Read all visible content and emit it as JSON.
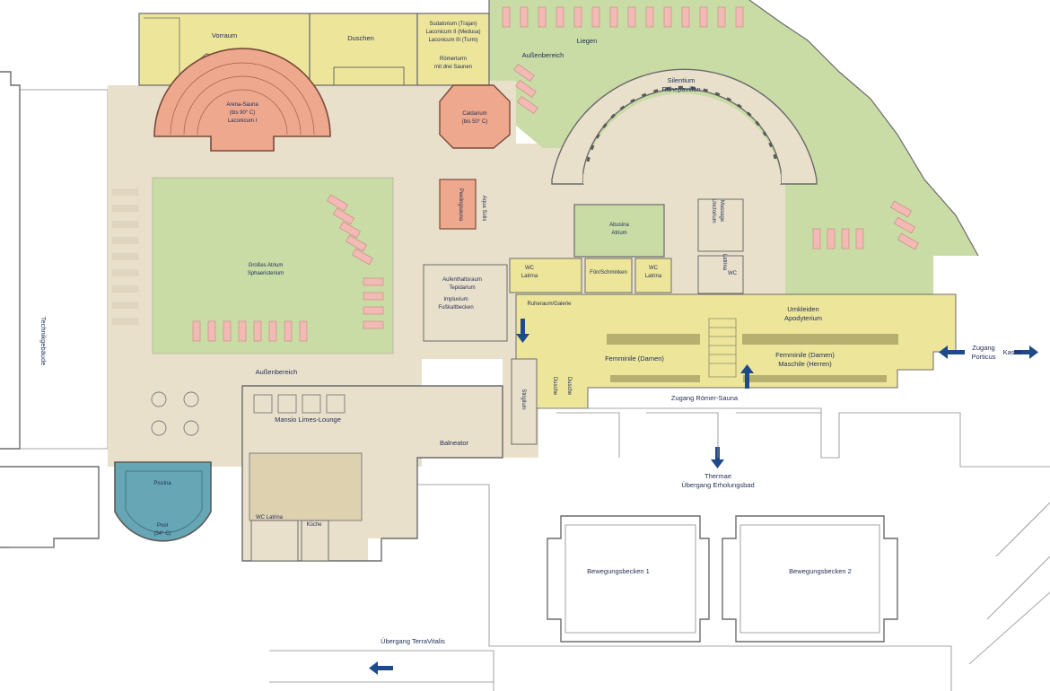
{
  "colors": {
    "beige": "#e9e0cc",
    "green": "#c9dca5",
    "yellow": "#ede59a",
    "salmon": "#eea88d",
    "pink": "#f2b9b5",
    "pool": "#67a6b4",
    "label": "#1f2d55",
    "arrow": "#1f4a8a"
  },
  "labels": {
    "vorraum": "Vorraum",
    "duschen": "Duschen",
    "sudatorium_1": "Sudatorium (Trajan)",
    "sudatorium_2": "Laconicum II (Medusa)",
    "sudatorium_3": "Laconicum III (Turm)",
    "roemerturm_1": "Römerturm",
    "roemerturm_2": "mit drei Saunen",
    "liegen": "Liegen",
    "aussenbereich_top": "Außenbereich",
    "silentium_1": "Silentium",
    "silentium_2": "Ruhepavillon",
    "arena_1": "Arena-Sauna",
    "arena_2": "(bis 90° C)",
    "arena_3": "Laconicum I",
    "caldarium_1": "Caldarium",
    "caldarium_2": "(bis 50° C)",
    "atrium_1": "Großes Atrium",
    "atrium_2": "Sphaeristerium",
    "peeling": "Peelingsauna",
    "aqua_solis": "Aqua Solis",
    "abusina_1": "Abusina",
    "abusina_2": "Atrium",
    "massage_1": "Massage",
    "massage_2": "Unctorium",
    "wc_latrina_1": "WC",
    "wc_latrina_2": "Latrina",
    "foen": "Fön/Schminken",
    "latrina_wc": "Latrina",
    "wc": "WC",
    "aufenthalt_1": "Aufenthaltsraum",
    "aufenthalt_2": "Tepidarium",
    "impluvium_1": "Impluvium",
    "impluvium_2": "Fußkaltbecken",
    "ruheraum": "Ruheraum/Galerie",
    "umkleiden_1": "Umkleiden",
    "umkleiden_2": "Apodyterium",
    "femminile": "Femminile (Damen)",
    "femminile_2_1": "Femminile (Damen)",
    "femminile_2_2": "Maschile (Herren)",
    "dusche_1": "Dusche",
    "dusche_2": "Dusche",
    "strigil": "Strigilum",
    "zugang_roemer": "Zugang Römer-Sauna",
    "zugang_porticus_1": "Zugang",
    "zugang_porticus_2": "Porticus",
    "kasse": "Kasse",
    "technik": "Technikgebäude",
    "aussenbereich_mid": "Außenbereich",
    "mansio": "Mansio Limes-Lounge",
    "balneator": "Balneator",
    "thermae_1": "Thermae",
    "thermae_2": "Übergang Erholungsbad",
    "piscina": "Piscina",
    "pool_1": "Pool",
    "pool_2": "(34° C)",
    "wc_latrina_lounge": "WC Latrina",
    "kueche": "Küche",
    "bewegungsbecken_1": "Bewegungsbecken 1",
    "bewegungsbecken_2": "Bewegungsbecken 2",
    "terravitalis": "Übergang TerraVitalis"
  }
}
